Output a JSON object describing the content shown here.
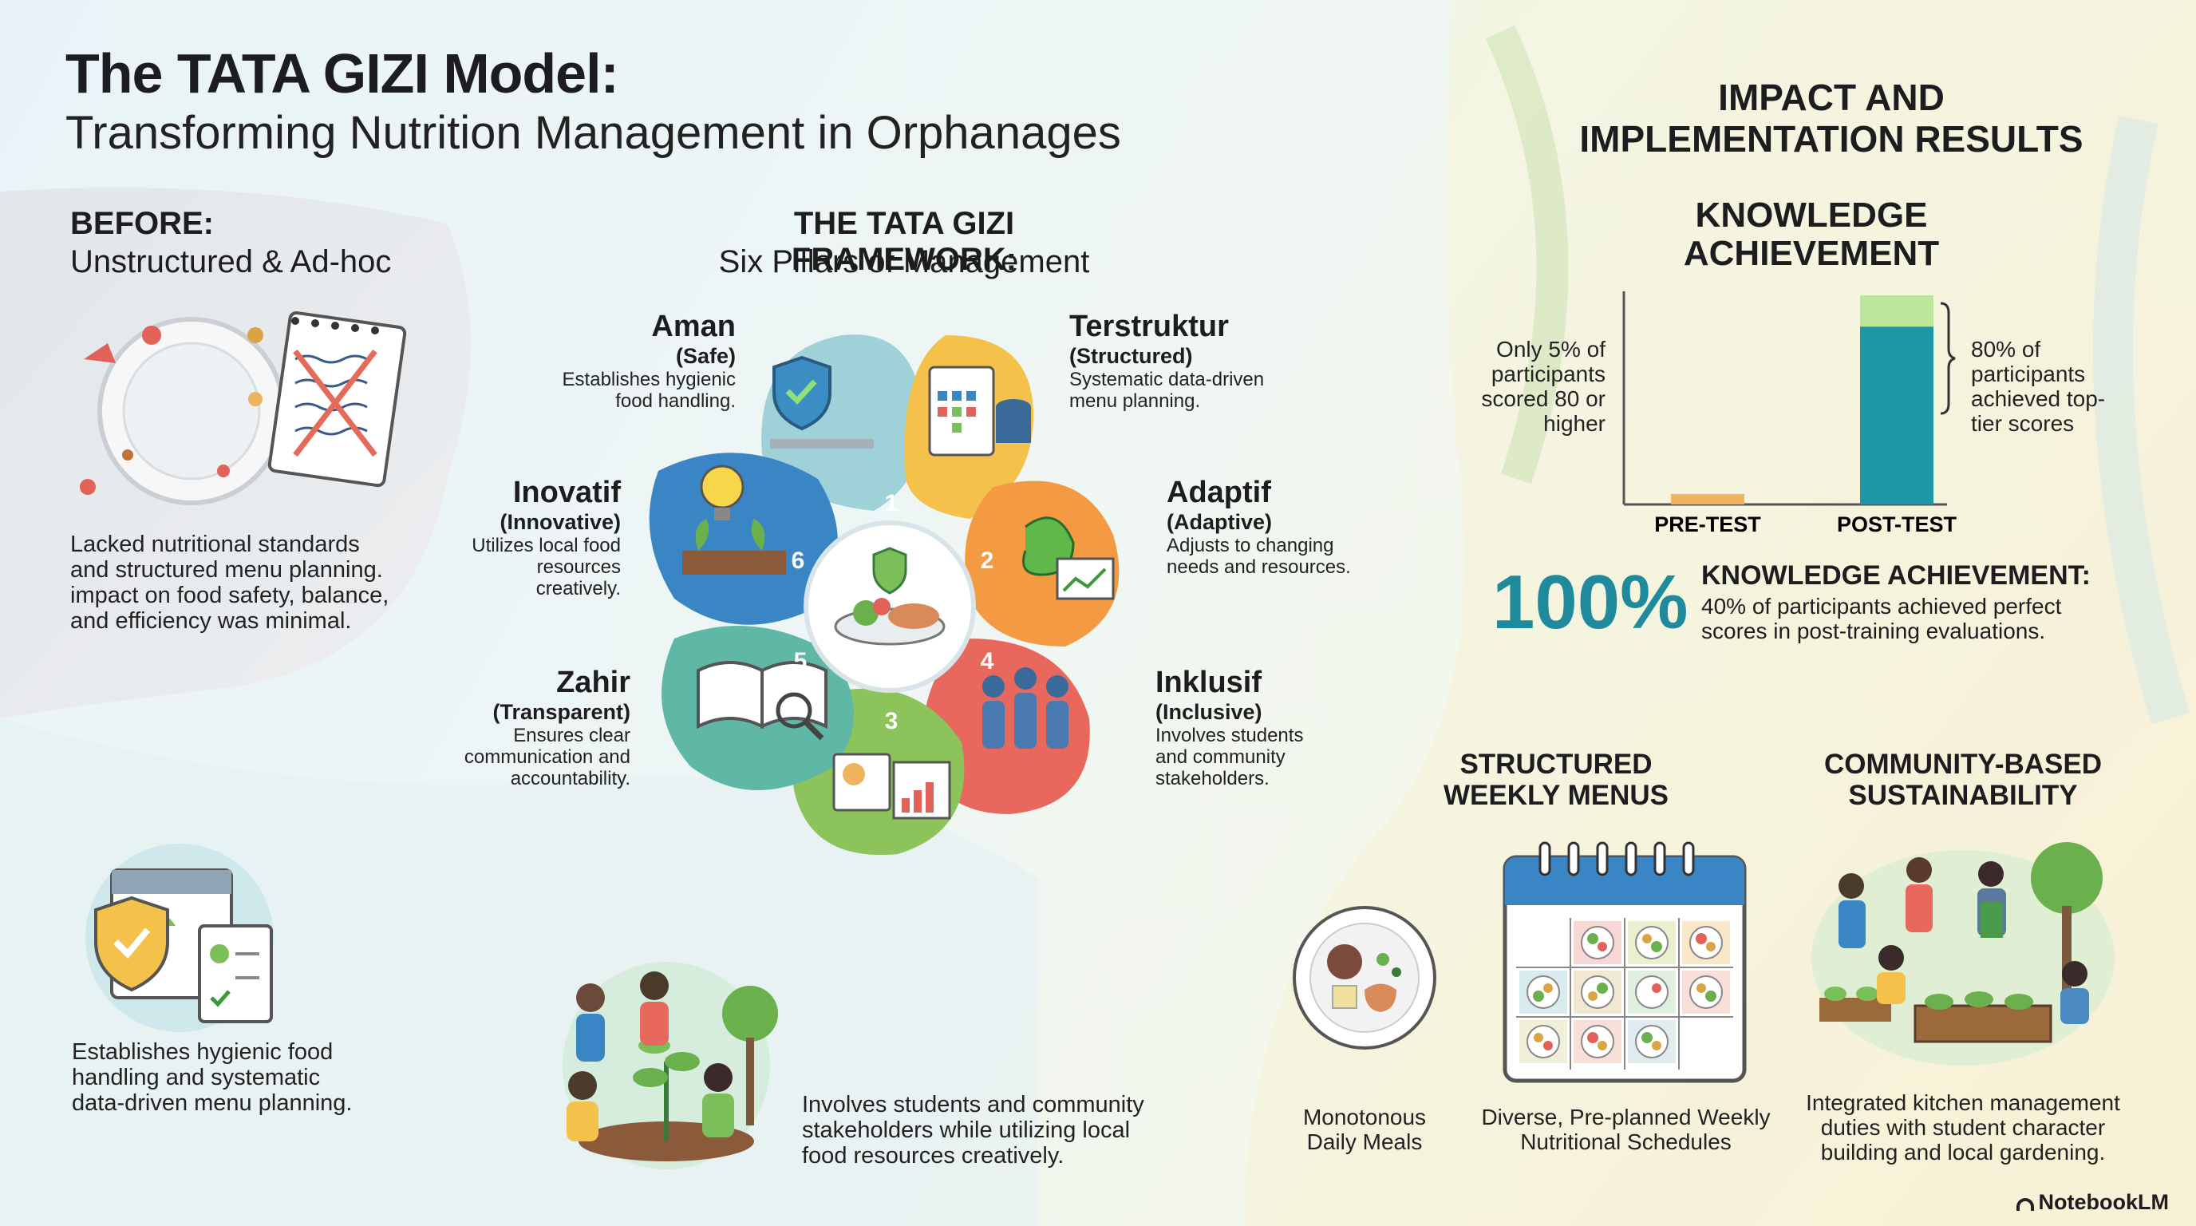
{
  "title": {
    "main": "The TATA GIZI Model:",
    "sub": "Transforming Nutrition Management in Orphanages"
  },
  "before": {
    "heading": "BEFORE:",
    "subheading": "Unstructured & Ad-hoc",
    "text": [
      "Lacked nutritional standards",
      "and structured menu planning.",
      "impact on food safety, balance,",
      "and efficiency was minimal."
    ]
  },
  "after_left": {
    "text": [
      "Establishes hygienic food",
      "handling and systematic",
      "data-driven menu planning."
    ]
  },
  "framework": {
    "heading": "THE TATA GIZI FRAMEWORK:",
    "subheading": "Six Pillars of Management",
    "numbers": [
      "1",
      "2",
      "3",
      "4",
      "5",
      "6"
    ],
    "pillars": {
      "aman": {
        "name": "Aman",
        "en": "(Safe)",
        "desc": [
          "Establishes hygienic",
          "food handling."
        ]
      },
      "terstruktur": {
        "name": "Terstruktur",
        "en": "(Structured)",
        "desc": [
          "Systematic data-driven",
          "menu planning."
        ]
      },
      "adaptif": {
        "name": "Adaptif",
        "en": "(Adaptive)",
        "desc": [
          "Adjusts to changing",
          "needs and resources."
        ]
      },
      "inklusif": {
        "name": "Inklusif",
        "en": "(Inclusive)",
        "desc": [
          "Involves students",
          "and community",
          "stakeholders."
        ]
      },
      "zahir": {
        "name": "Zahir",
        "en": "(Transparent)",
        "desc": [
          "Ensures clear",
          "communication and",
          "accountability."
        ]
      },
      "inovatif": {
        "name": "Inovatif",
        "en": "(Innovative)",
        "desc": [
          "Utilizes local food",
          "resources",
          "creatively."
        ]
      }
    }
  },
  "community_text": [
    "Involves students and community",
    "stakeholders while utilizing local",
    "food resources creatively."
  ],
  "impact": {
    "heading": [
      "IMPACT AND",
      "IMPLEMENTATION RESULTS"
    ],
    "knowledge_heading": [
      "KNOWLEDGE",
      "ACHIEVEMENT"
    ],
    "pre_annotation": [
      "Only 5% of",
      "participants",
      "scored 80 or",
      "higher"
    ],
    "post_annotation": [
      "80% of",
      "participants",
      "achieved top-",
      "tier scores"
    ],
    "big_number": "100%",
    "ka_heading": "KNOWLEDGE ACHIEVEMENT:",
    "ka_text": [
      "40% of participants achieved perfect",
      "scores in post-training evaluations."
    ]
  },
  "chart_data": {
    "type": "bar",
    "categories": [
      "PRE-TEST",
      "POST-TEST"
    ],
    "values": [
      5,
      100
    ],
    "stacked_top": [
      0,
      15
    ],
    "ylim": [
      0,
      100
    ],
    "colors": {
      "pre": "#f0b35e",
      "post": "#1d97a6",
      "post_top": "#bde69a"
    }
  },
  "menus": {
    "heading": [
      "STRUCTURED",
      "WEEKLY MENUS"
    ],
    "left_caption": [
      "Monotonous",
      "Daily Meals"
    ],
    "right_caption": [
      "Diverse, Pre-planned Weekly",
      "Nutritional Schedules"
    ]
  },
  "community": {
    "heading": [
      "COMMUNITY-BASED",
      "SUSTAINABILITY"
    ],
    "caption": [
      "Integrated kitchen management",
      "duties with student character",
      "building and local gardening."
    ]
  },
  "logo": "NotebookLM",
  "colors": {
    "teal": "#1f8a9b",
    "yellow": "#f4c24a",
    "orange": "#f08a3a",
    "red": "#e2625a",
    "green": "#7bbf5a",
    "blue": "#3a86c4"
  }
}
